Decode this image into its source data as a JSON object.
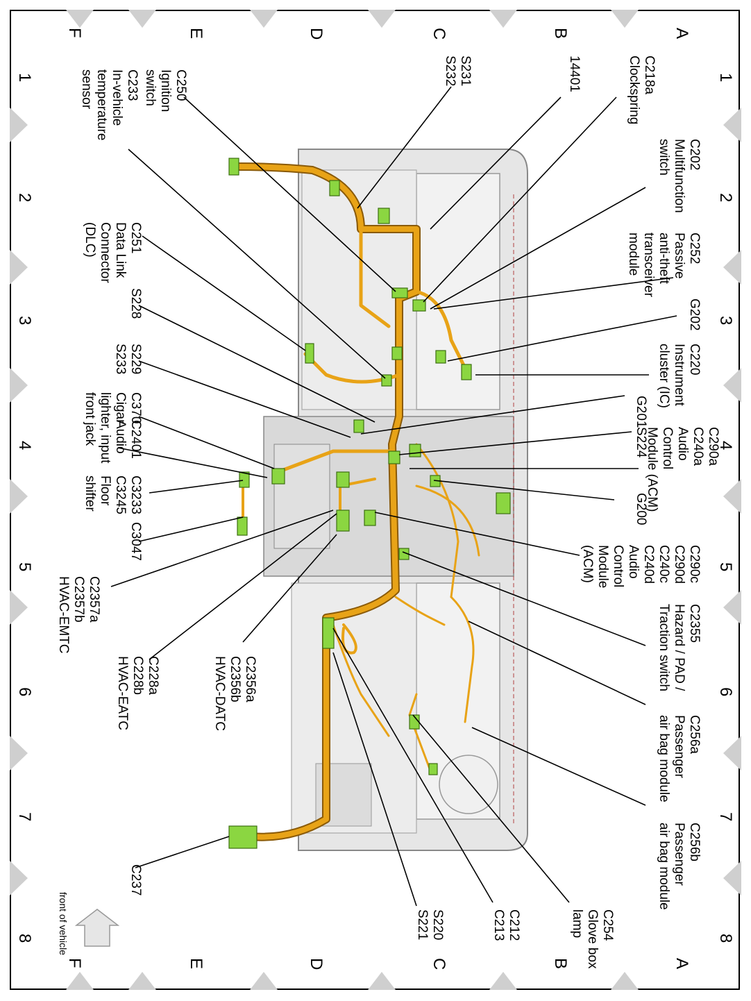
{
  "grid": {
    "rows": [
      "A",
      "B",
      "C",
      "D",
      "E",
      "F"
    ],
    "cols": [
      "1",
      "2",
      "3",
      "4",
      "5",
      "6",
      "7",
      "8"
    ]
  },
  "front_of_vehicle": "front of vehicle",
  "labels": {
    "c218a": [
      "C218a",
      "Clockspring"
    ],
    "p14401": [
      "14401"
    ],
    "s231": [
      "S231",
      "S232"
    ],
    "c250": [
      "C250",
      "Ignition",
      "switch"
    ],
    "c233": [
      "C233",
      "In-vehicle",
      "temperature",
      "sensor"
    ],
    "c202": [
      "C202",
      "Multifunction",
      "switch"
    ],
    "c252": [
      "C252",
      "Passive",
      "anti-theft",
      "transceiver",
      "module"
    ],
    "c251": [
      "C251",
      "Data Link",
      "Connector",
      "(DLC)"
    ],
    "g202": [
      "G202"
    ],
    "c220": [
      "C220",
      "Instrument",
      "cluster (IC)"
    ],
    "s228": [
      "S228"
    ],
    "s229": [
      "S229",
      "S233"
    ],
    "g201": [
      "G201"
    ],
    "c370": [
      "C370",
      "Cigar",
      "lighter, input",
      "front   jack"
    ],
    "c2401": [
      "C2401",
      "Audio"
    ],
    "s224": [
      "S224"
    ],
    "c290a": [
      "C290a",
      "C240a",
      "Audio",
      "Control",
      "Module (ACM)"
    ],
    "c3233": [
      "C3233",
      "C3245",
      "Floor",
      "shifter"
    ],
    "g200": [
      "G200"
    ],
    "c3047": [
      "C3047"
    ],
    "c290c": [
      "C290c",
      "C290d",
      "C240c",
      "C240d",
      "Audio",
      "Control",
      "Module",
      "(ACM)"
    ],
    "c2357": [
      "C2357a",
      "C2357b",
      "HVAC-EMTC"
    ],
    "c2356": [
      "C2356a",
      "C2356b",
      "HVAC-DATC"
    ],
    "c2355": [
      "C2355",
      "Hazard / PAD /",
      "Traction switch"
    ],
    "c228": [
      "C228a",
      "C228b",
      "HVAC-EATC"
    ],
    "c256a": [
      "C256a",
      "Passenger",
      "air bag module"
    ],
    "c256b": [
      "C256b",
      "Passenger",
      "air bag module"
    ],
    "c237": [
      "C237"
    ],
    "s220": [
      "S220",
      "S221"
    ],
    "c212": [
      "C212",
      "C213"
    ],
    "c254": [
      "C254",
      "Glove box",
      "lamp"
    ]
  },
  "colors": {
    "harness": "#e8a317",
    "connector": "#8bd641",
    "panel": "#d9d9d9",
    "grid_marker": "#cfcfcf"
  }
}
